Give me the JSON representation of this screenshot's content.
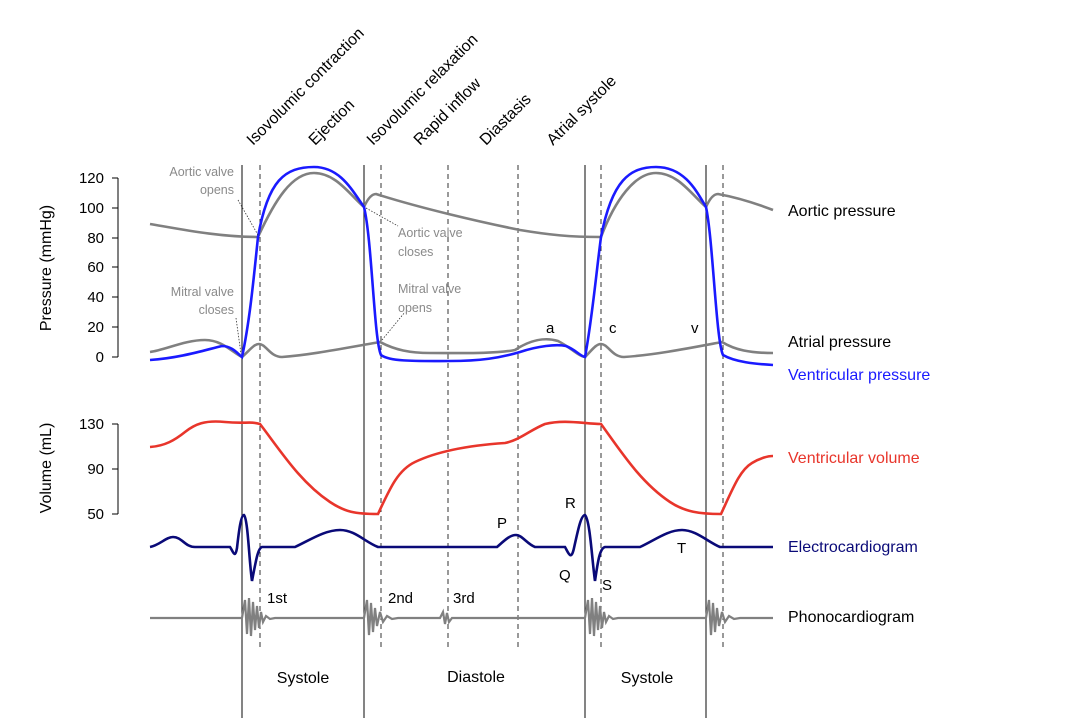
{
  "phases": [
    "Isovolumic contraction",
    "Ejection",
    "Isovolumic relaxation",
    "Rapid inflow",
    "Diastasis",
    "Atrial systole"
  ],
  "pressure_axis": {
    "title": "Pressure (mmHg)",
    "ticks": [
      "120",
      "100",
      "80",
      "60",
      "40",
      "20",
      "0"
    ]
  },
  "volume_axis": {
    "title": "Volume (mL)",
    "ticks": [
      "130",
      "90",
      "50"
    ]
  },
  "legend": {
    "aortic": "Aortic pressure",
    "atrial": "Atrial pressure",
    "ventricular_pressure": "Ventricular pressure",
    "ventricular_volume": "Ventricular volume",
    "ecg": "Electrocardiogram",
    "pcg": "Phonocardiogram"
  },
  "annotations": {
    "aortic_opens_1": "Aortic valve",
    "aortic_opens_2": "opens",
    "mitral_closes_1": "Mitral valve",
    "mitral_closes_2": "closes",
    "aortic_closes_1": "Aortic valve",
    "aortic_closes_2": "closes",
    "mitral_opens_1": "Mitral valve",
    "mitral_opens_2": "opens"
  },
  "atrial_waves": {
    "a": "a",
    "c": "c",
    "v": "v"
  },
  "ecg_waves": {
    "P": "P",
    "Q": "Q",
    "R": "R",
    "S": "S",
    "T": "T"
  },
  "heart_sounds": {
    "first": "1st",
    "second": "2nd",
    "third": "3rd"
  },
  "periods": {
    "systole_1": "Systole",
    "diastole": "Diastole",
    "systole_2": "Systole"
  },
  "colors": {
    "aortic": "#808080",
    "atrial": "#808080",
    "ventricular_pressure": "#1a1aff",
    "ventricular_volume": "#e8352b",
    "ecg": "#0a0a78",
    "pcg": "#808080",
    "annotation": "#8a8a8a"
  }
}
